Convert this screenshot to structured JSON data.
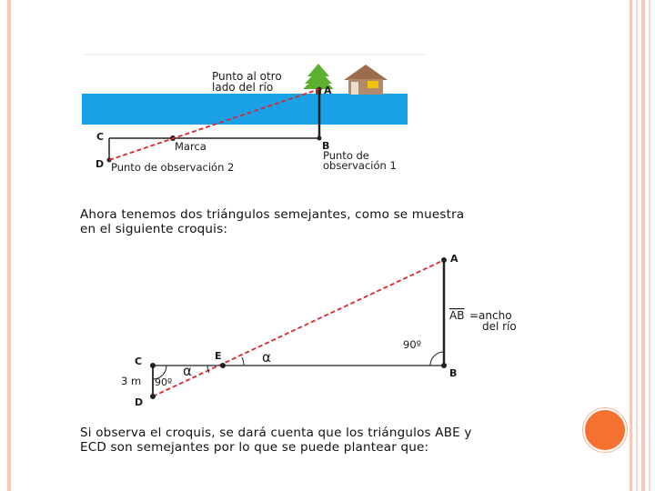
{
  "top_diagram": {
    "point_far": "Punto al otro",
    "point_far_2": "lado del río",
    "label_A": "A",
    "label_B": "B",
    "label_C": "C",
    "label_D": "D",
    "mark": "Marca",
    "obs2": "Punto de observación 2",
    "obs1_1": "Punto de",
    "obs1_2": "observación 1"
  },
  "paragraph1": {
    "line1": "Ahora  tenemos  dos triángulos semejantes, como se muestra",
    "line2": "en el siguiente croquis:"
  },
  "bottom_diagram": {
    "label_A": "A",
    "label_B": "B",
    "label_C": "C",
    "label_D": "D",
    "label_E": "E",
    "ab_overline": "AB",
    "ab_text": "=ancho",
    "ab_text_2": "del río",
    "angle_90_right": "90º",
    "angle_90_left": "90º",
    "alpha": "α",
    "side_cd": "3 m"
  },
  "paragraph2": {
    "line1": "Si observa el croquis, se dará cuenta que los triángulos ABE y",
    "line2": "ECD son semejantes por lo que se puede plantear que:"
  },
  "colors": {
    "river": "#1aa0e6",
    "dashed_line": "#d9272e",
    "tree": "#5bb030",
    "house_wall": "#b08a6a",
    "house_window": "#f4c20d",
    "accent_circle": "#f5712f",
    "frame_stripe": "#f6c9b8"
  }
}
